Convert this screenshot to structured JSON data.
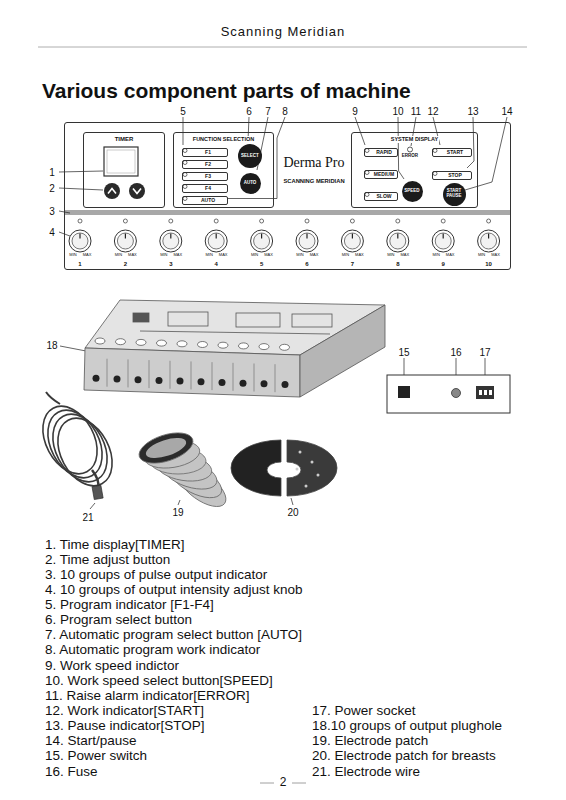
{
  "diagram": {
    "title": "Various component parts of machine",
    "nodes": [
      {
        "text": [
          "Derma Pro",
          "SCANNING MERIDIAN"
        ]
      },
      {
        "text": [
          "TIMER"
        ],
        "in": 0
      },
      {
        "text": [
          "FUNCTION SELECTION"
        ],
        "in": 0
      },
      {
        "text": [
          "F1"
        ],
        "in": 2
      },
      {
        "text": [
          "F2"
        ],
        "in": 2
      },
      {
        "text": [
          "F3"
        ],
        "in": 2
      },
      {
        "text": [
          "F4"
        ],
        "in": 2
      },
      {
        "text": [
          "SELECT"
        ],
        "in": 2
      },
      {
        "text": [
          "AUTO"
        ],
        "in": 2
      },
      {
        "text": [
          "AUTO"
        ],
        "in": 2
      },
      {
        "text": [
          "SYSTEM DISPLAY"
        ],
        "in": 0
      },
      {
        "text": [
          "RAPID"
        ],
        "in": 10
      },
      {
        "text": [
          "MEDIUM"
        ],
        "in": 10
      },
      {
        "text": [
          "SLOW"
        ],
        "in": 10
      },
      {
        "text": [
          "SPEED"
        ],
        "in": 10
      },
      {
        "text": [
          "START"
        ],
        "in": 10
      },
      {
        "text": [
          "STOP"
        ],
        "in": 10
      },
      {
        "text": [
          "START PAUSE"
        ],
        "in": 10
      }
    ],
    "labels": [
      "Scanning Meridian",
      "5",
      "6",
      "7",
      "8",
      "9",
      "10",
      "11",
      "12",
      "13",
      "14",
      "1",
      "2",
      "3",
      "4",
      "ERROR",
      "MIN",
      "MAX",
      "MIN",
      "MAX",
      "MIN",
      "MAX",
      "MIN",
      "MAX",
      "MIN",
      "MAX",
      "MIN",
      "MAX",
      "MIN",
      "MAX",
      "MIN",
      "MAX",
      "MIN",
      "MAX",
      "MIN",
      "MAX",
      "1",
      "2",
      "3",
      "4",
      "5",
      "6",
      "7",
      "8",
      "9",
      "10",
      "18",
      "15",
      "16",
      "17",
      "21",
      "19",
      "20",
      "1. Time display[TIMER]",
      "2. Time adjust button",
      "3. 10 groups of pulse output indicator",
      "4. 10 groups of output intensity adjust knob",
      "5. Program indicator [F1-F4]",
      "6. Program select button",
      "7. Automatic program select button [AUTO]",
      "8. Automatic program work indicator",
      "9. Work speed indictor",
      "10. Work speed select button[SPEED]",
      "11. Raise alarm indicator[ERROR]",
      "12. Work indicator[START]",
      "13. Pause indicator[STOP]",
      "14. Start/pause",
      "15. Power switch",
      "16. Fuse",
      "17. Power socket",
      "18.10 groups of output plughole",
      "19. Electrode patch",
      "20. Electrode patch for breasts",
      "21. Electrode wire",
      "2"
    ]
  }
}
